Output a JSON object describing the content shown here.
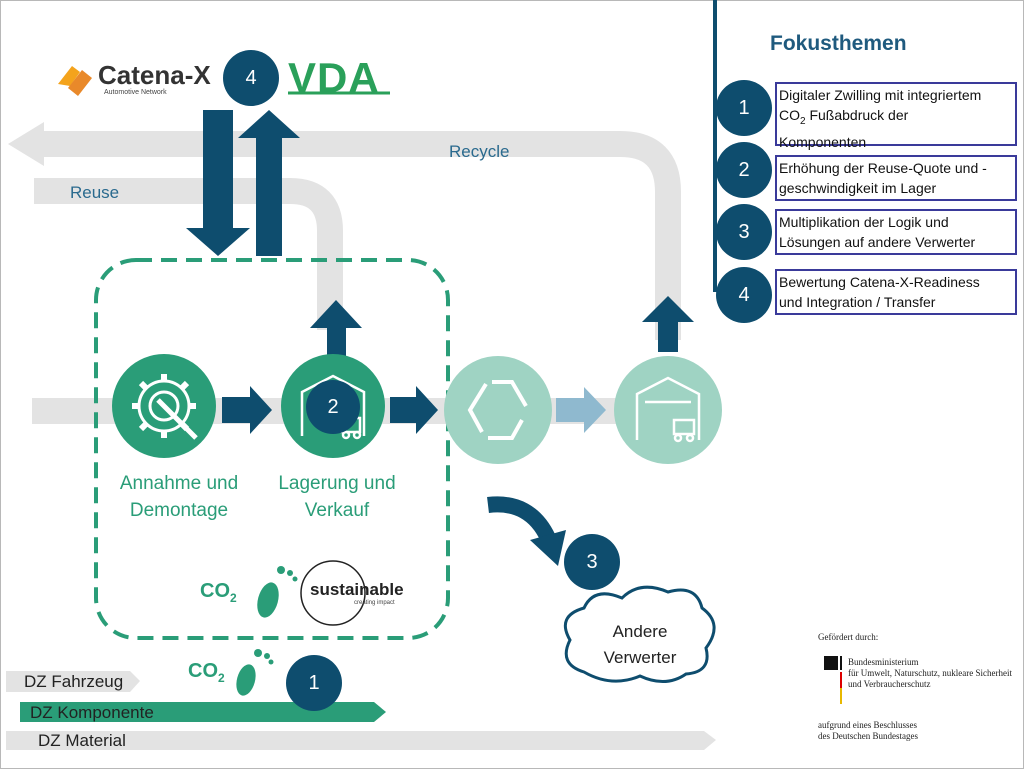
{
  "header": {
    "catenax_logo_text": "Catena-X",
    "catenax_logo_sub": "Automotive Network",
    "vda_logo_text": "VDA"
  },
  "flows": {
    "recycle_label": "Recycle",
    "reuse_label": "Reuse"
  },
  "process": {
    "step1_label_line1": "Annahme und",
    "step1_label_line2": "Demontage",
    "step2_label_line1": "Lagerung und",
    "step2_label_line2": "Verkauf",
    "co2_label": "CO",
    "co2_sub": "2",
    "sustainable_text": "sustainable",
    "sustainable_sub": "creating impact"
  },
  "other_recyclers": {
    "line1": "Andere",
    "line2": "Verwerter"
  },
  "badges": {
    "b1": "1",
    "b2": "2",
    "b3": "3",
    "b4": "4"
  },
  "focus": {
    "title": "Fokusthemen",
    "items": [
      {
        "num": "1",
        "text_a": "Digitaler Zwilling mit integriertem",
        "text_b_pre": "CO",
        "text_b_sub": "2",
        "text_b_post": " Fußabdruck der",
        "text_c": "Komponenten"
      },
      {
        "num": "2",
        "line1": "Erhöhung der Reuse-Quote und -",
        "line2": "geschwindigkeit im Lager"
      },
      {
        "num": "3",
        "line1": "Multiplikation der Logik und",
        "line2": "Lösungen auf andere Verwerter"
      },
      {
        "num": "4",
        "line1": "Bewertung Catena-X-Readiness",
        "line2": "und Integration / Transfer"
      }
    ]
  },
  "dz": {
    "fahrzeug": "DZ Fahrzeug",
    "komponente": "DZ  Komponente",
    "material": "DZ Material"
  },
  "funding": {
    "heading": "Gefördert durch:",
    "ministry_line1": "Bundesministerium",
    "ministry_line2": "für Umwelt, Naturschutz, nukleare Sicherheit",
    "ministry_line3": "und Verbraucherschutz",
    "note_line1": "aufgrund eines Beschlusses",
    "note_line2": "des Deutschen Bundestages"
  },
  "colors": {
    "teal": "#2a9d78",
    "navy": "#0e4d6e",
    "gray_flow": "#e3e3e3",
    "box_border": "#3a3a9a"
  }
}
